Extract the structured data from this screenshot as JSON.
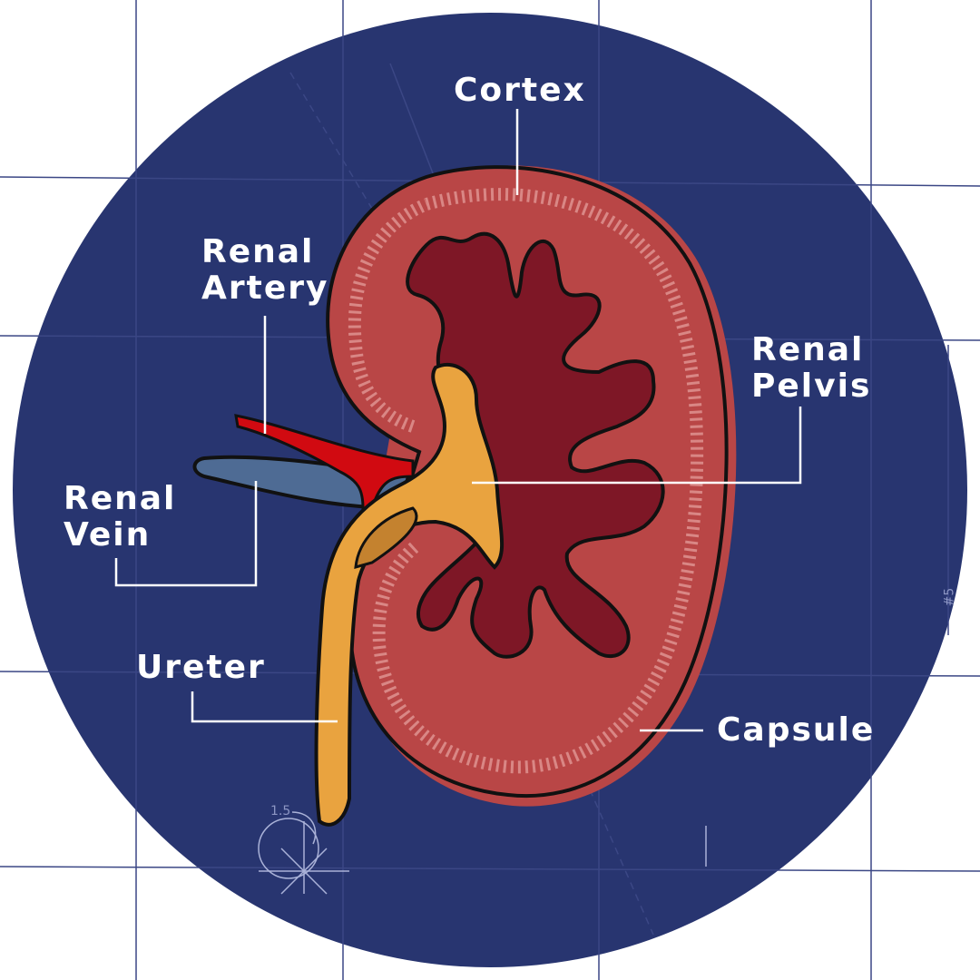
{
  "labels": {
    "cortex": "Cortex",
    "renal_artery_1": "Renal",
    "renal_artery_2": "Artery",
    "renal_pelvis_1": "Renal",
    "renal_pelvis_2": "Pelvis",
    "renal_vein_1": "Renal",
    "renal_vein_2": "Vein",
    "ureter": "Ureter",
    "capsule": "Capsule"
  },
  "annotations": {
    "scale": "1.5",
    "grid_mark": "#5"
  },
  "colors": {
    "background": "#283570",
    "cortex": "#b94646",
    "medulla": "#7e1726",
    "pelvis": "#e9a33f",
    "artery": "#d10a11",
    "vein": "#4e6b94"
  }
}
